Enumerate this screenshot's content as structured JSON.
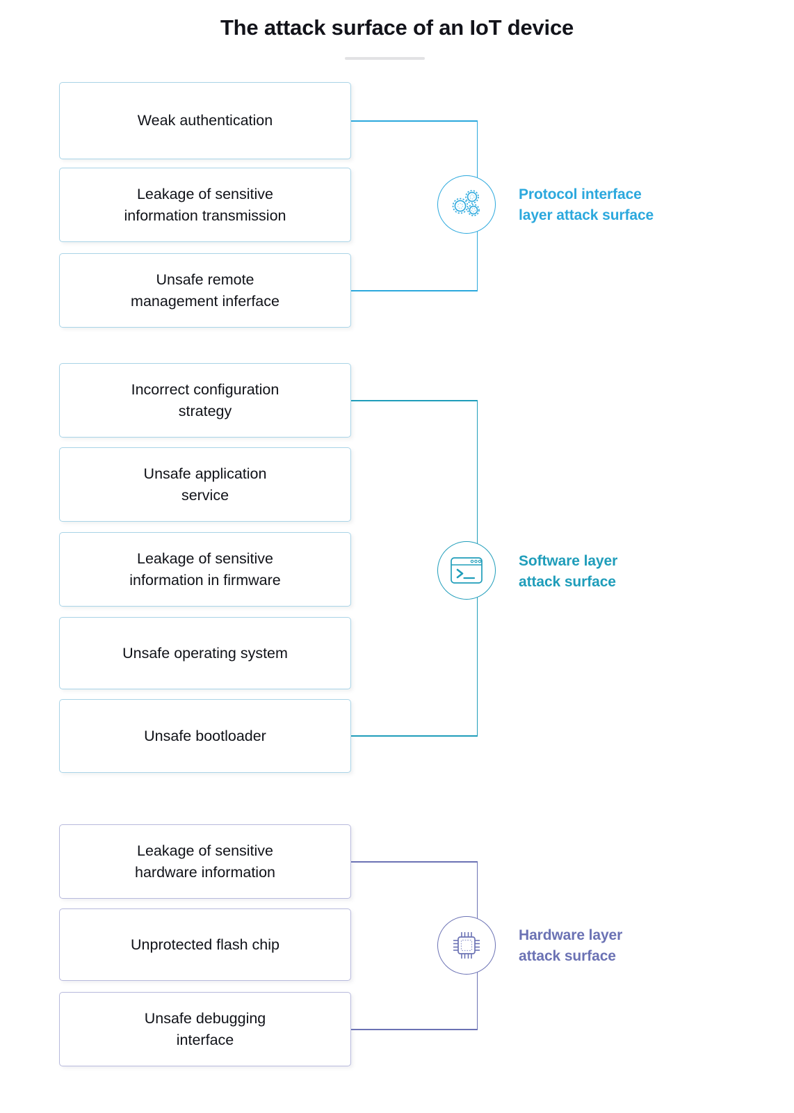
{
  "header": {
    "title": "The attack surface of an IoT device",
    "divider": true
  },
  "colors": {
    "protocol": "#2ba8dd",
    "software": "#1f9dba",
    "hardware": "#6b72b4",
    "box_border_blue": "#a9d4e7",
    "box_border_purple": "#b7b9dc",
    "text": "#101218",
    "divider": "#e2e2e4",
    "background": "#ffffff"
  },
  "groups": [
    {
      "id": "protocol-interface-layer",
      "label": "Protocol interface\nlayer attack surface",
      "icon": "gears-icon",
      "accent": "#2ba8dd",
      "items": [
        {
          "text": "Weak authentication"
        },
        {
          "text": "Leakage of sensitive\ninformation transmission"
        },
        {
          "text": "Unsafe remote\nmanagement inferface"
        }
      ]
    },
    {
      "id": "software-layer",
      "label": "Software layer\nattack surface",
      "icon": "terminal-icon",
      "accent": "#1f9dba",
      "items": [
        {
          "text": "Incorrect configuration\nstrategy"
        },
        {
          "text": "Unsafe application\nservice"
        },
        {
          "text": "Leakage of sensitive\ninformation in firmware"
        },
        {
          "text": "Unsafe operating system"
        },
        {
          "text": "Unsafe bootloader"
        }
      ]
    },
    {
      "id": "hardware-layer",
      "label": "Hardware layer\nattack surface",
      "icon": "cpu-chip-icon",
      "accent": "#6b72b4",
      "items": [
        {
          "text": "Leakage of sensitive\nhardware information"
        },
        {
          "text": "Unprotected flash chip"
        },
        {
          "text": "Unsafe debugging\ninterface"
        }
      ]
    }
  ]
}
